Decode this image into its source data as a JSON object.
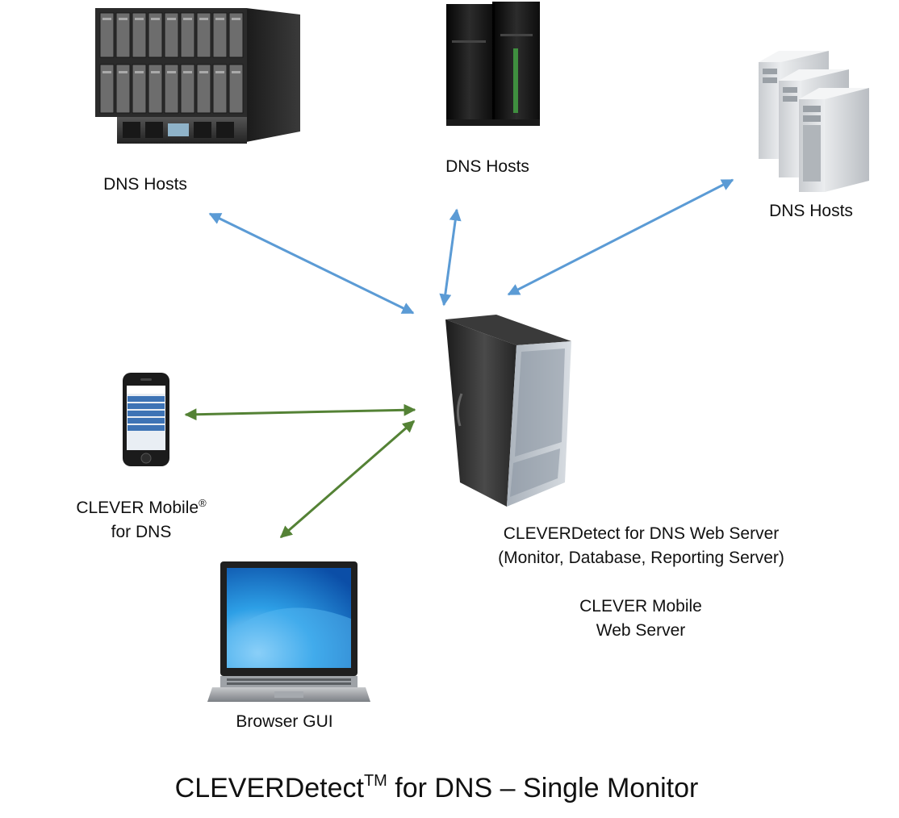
{
  "diagram": {
    "title": {
      "prefix": "CLEVERDetect",
      "trademark": "TM",
      "suffix": " for DNS – Single Monitor"
    },
    "hosts": [
      {
        "id": "blade",
        "label": "DNS  Hosts"
      },
      {
        "id": "mainframe",
        "label": "DNS Hosts"
      },
      {
        "id": "rack",
        "label": "DNS Hosts"
      }
    ],
    "mobile": {
      "line1": "CLEVER Mobile",
      "reg": "®",
      "line2": "for DNS"
    },
    "browser": {
      "label": "Browser GUI"
    },
    "server": {
      "line1": "CLEVERDetect for DNS Web Server",
      "line2": "(Monitor, Database, Reporting Server)",
      "line3": "CLEVER Mobile",
      "line4": "Web Server"
    },
    "colors": {
      "host_link": "#5b9bd5",
      "client_link": "#548235"
    }
  }
}
